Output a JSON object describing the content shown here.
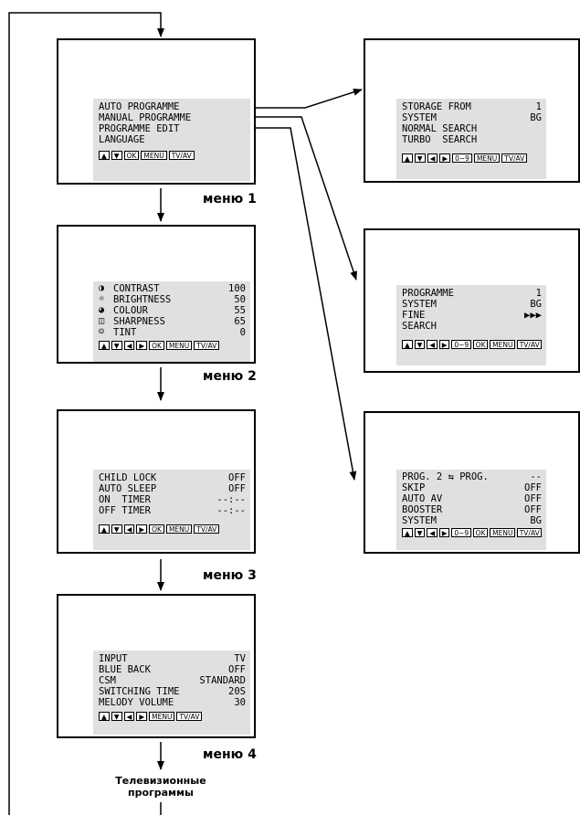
{
  "menus": [
    {
      "label": "меню 1",
      "items": [
        {
          "label": "AUTO PROGRAMME",
          "value": ""
        },
        {
          "label": "MANUAL PROGRAMME",
          "value": ""
        },
        {
          "label": "PROGRAMME EDIT",
          "value": ""
        },
        {
          "label": "LANGUAGE",
          "value": ""
        }
      ],
      "keys": [
        "▲",
        "▼",
        "OK",
        "MENU",
        "TV/AV"
      ]
    },
    {
      "label": "меню 2",
      "items": [
        {
          "icon": "◑",
          "label": "CONTRAST",
          "value": "100"
        },
        {
          "icon": "☼",
          "label": "BRIGHTNESS",
          "value": "50"
        },
        {
          "icon": "◕",
          "label": "COLOUR",
          "value": "55"
        },
        {
          "icon": "◫",
          "label": "SHARPNESS",
          "value": "65"
        },
        {
          "icon": "☺",
          "label": "TINT",
          "value": "0"
        }
      ],
      "keys": [
        "▲",
        "▼",
        "◀",
        "▶",
        "OK",
        "MENU",
        "TV/AV"
      ]
    },
    {
      "label": "меню 3",
      "items": [
        {
          "label": "CHILD LOCK",
          "value": "OFF"
        },
        {
          "label": "AUTO SLEEP",
          "value": "OFF"
        },
        {
          "label": "ON  TIMER",
          "value": "--:--"
        },
        {
          "label": "OFF TIMER",
          "value": "--:--"
        }
      ],
      "keys": [
        "▲",
        "▼",
        "◀",
        "▶",
        "OK",
        "MENU",
        "TV/AV"
      ]
    },
    {
      "label": "меню 4",
      "items": [
        {
          "label": "INPUT",
          "value": "TV"
        },
        {
          "label": "BLUE BACK",
          "value": "OFF"
        },
        {
          "label": "CSM",
          "value": "STANDARD"
        },
        {
          "label": "SWITCHING TIME",
          "value": "20S"
        },
        {
          "label": "MELODY VOLUME",
          "value": "30"
        }
      ],
      "keys": [
        "▲",
        "▼",
        "◀",
        "▶",
        "MENU",
        "TV/AV"
      ]
    }
  ],
  "submenus": [
    {
      "items": [
        {
          "label": "STORAGE FROM",
          "value": "1"
        },
        {
          "label": "SYSTEM",
          "value": "BG"
        },
        {
          "label": "NORMAL SEARCH",
          "value": ""
        },
        {
          "label": "TURBO  SEARCH",
          "value": ""
        }
      ],
      "keys": [
        "▲",
        "▼",
        "◀",
        "▶",
        "0~9",
        "MENU",
        "TV/AV"
      ]
    },
    {
      "items": [
        {
          "label": "PROGRAMME",
          "value": "1"
        },
        {
          "label": "SYSTEM",
          "value": "BG"
        },
        {
          "label": "FINE",
          "value": "▶▶▶"
        },
        {
          "label": "SEARCH",
          "value": ""
        }
      ],
      "keys": [
        "▲",
        "▼",
        "◀",
        "▶",
        "0~9",
        "OK",
        "MENU",
        "TV/AV"
      ]
    },
    {
      "items": [
        {
          "label": "PROG. 2 ⇆ PROG.",
          "value": "--"
        },
        {
          "label": "SKIP",
          "value": "OFF"
        },
        {
          "label": "AUTO AV",
          "value": "OFF"
        },
        {
          "label": "BOOSTER",
          "value": "OFF"
        },
        {
          "label": "SYSTEM",
          "value": "BG"
        }
      ],
      "keys": [
        "▲",
        "▼",
        "◀",
        "▶",
        "0~9",
        "OK",
        "MENU",
        "TV/AV"
      ]
    }
  ],
  "final_label": "Телевизионные программы"
}
